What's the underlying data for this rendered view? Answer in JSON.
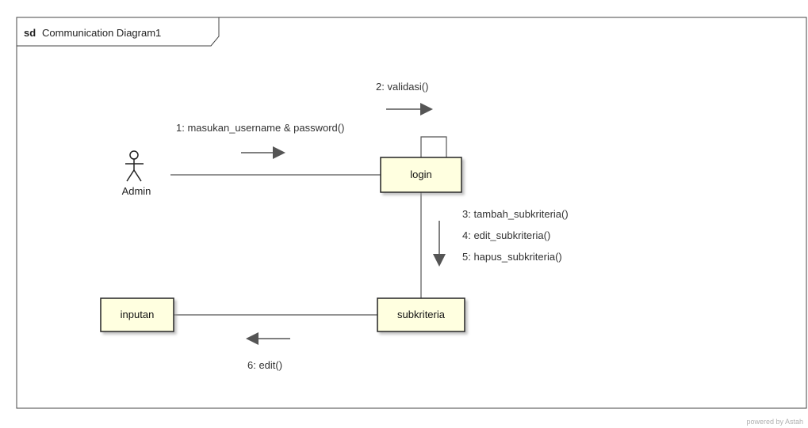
{
  "frame": {
    "kind": "sd",
    "title": "Communication Diagram1"
  },
  "actor": {
    "name": "Admin"
  },
  "objects": {
    "login": "login",
    "subkriteria": "subkriteria",
    "inputan": "inputan"
  },
  "messages": {
    "m1": "1: masukan_username & password()",
    "m2": "2: validasi()",
    "m3": "3: tambah_subkriteria()",
    "m4": "4: edit_subkriteria()",
    "m5": "5: hapus_subkriteria()",
    "m6": "6: edit()"
  },
  "footer": {
    "text": "powered by Astah"
  },
  "colors": {
    "box_fill": "#ffffe0",
    "line": "#555555",
    "arrow": "#555555"
  }
}
